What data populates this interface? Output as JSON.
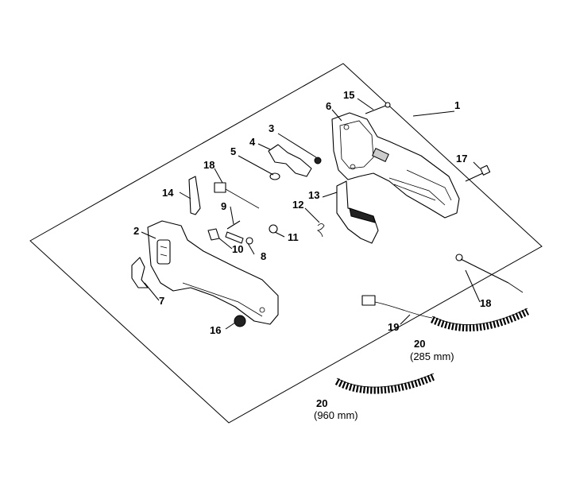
{
  "callouts": [
    {
      "id": "1",
      "text": "1"
    },
    {
      "id": "2",
      "text": "2"
    },
    {
      "id": "3",
      "text": "3"
    },
    {
      "id": "4",
      "text": "4"
    },
    {
      "id": "5",
      "text": "5"
    },
    {
      "id": "6",
      "text": "6"
    },
    {
      "id": "7",
      "text": "7"
    },
    {
      "id": "8",
      "text": "8"
    },
    {
      "id": "9",
      "text": "9"
    },
    {
      "id": "10",
      "text": "10"
    },
    {
      "id": "11",
      "text": "11"
    },
    {
      "id": "12",
      "text": "12"
    },
    {
      "id": "13",
      "text": "13"
    },
    {
      "id": "14",
      "text": "14"
    },
    {
      "id": "15",
      "text": "15"
    },
    {
      "id": "16",
      "text": "16"
    },
    {
      "id": "17",
      "text": "17"
    },
    {
      "id": "18a",
      "text": "18"
    },
    {
      "id": "18b",
      "text": "18"
    },
    {
      "id": "19",
      "text": "19"
    },
    {
      "id": "20a",
      "text": "20",
      "note": "(285 mm)"
    },
    {
      "id": "20b",
      "text": "20",
      "note": "(960 mm)"
    }
  ]
}
